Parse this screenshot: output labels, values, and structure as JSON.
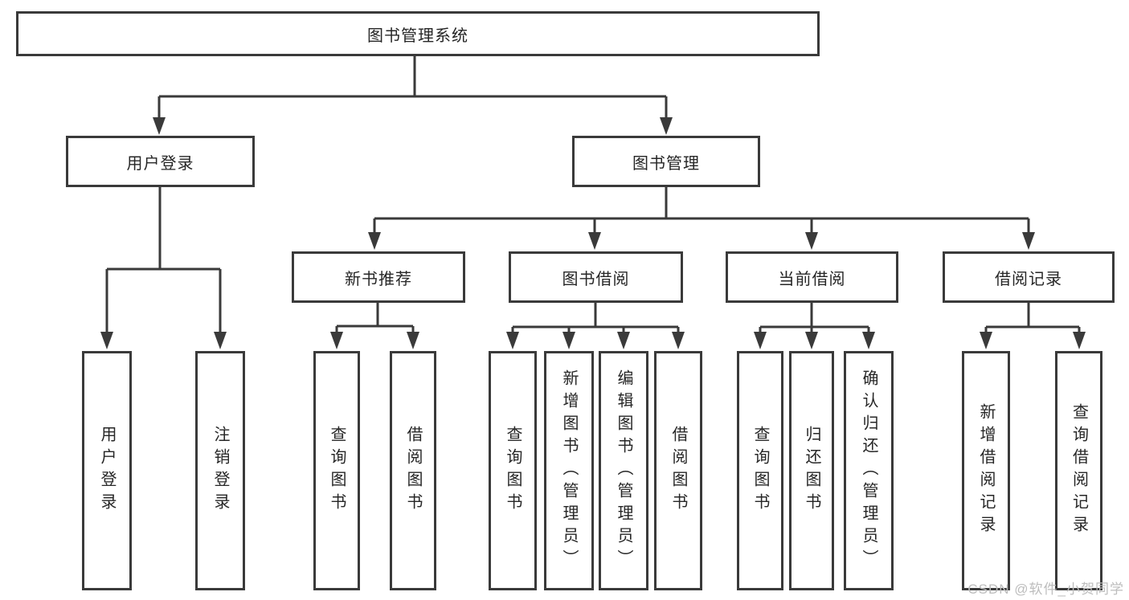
{
  "colors": {
    "line": "#3a3a3a",
    "text": "#262626",
    "background": "#ffffff",
    "watermark": "#bdbdbd"
  },
  "watermark": {
    "text": "CSDN @软件_小贺同学"
  },
  "tree": {
    "root": {
      "label": "图书管理系统"
    },
    "branches": [
      {
        "label": "用户登录",
        "children": [
          {
            "label": "用户登录"
          },
          {
            "label": "注销登录"
          }
        ]
      },
      {
        "label": "图书管理",
        "children": [
          {
            "label": "新书推荐",
            "children": [
              {
                "label": "查询图书"
              },
              {
                "label": "借阅图书"
              }
            ]
          },
          {
            "label": "图书借阅",
            "children": [
              {
                "label": "查询图书"
              },
              {
                "label": "新增图书（管理员）"
              },
              {
                "label": "编辑图书（管理员）"
              },
              {
                "label": "借阅图书"
              }
            ]
          },
          {
            "label": "当前借阅",
            "children": [
              {
                "label": "查询图书"
              },
              {
                "label": "归还图书"
              },
              {
                "label": "确认归还（管理员）"
              }
            ]
          },
          {
            "label": "借阅记录",
            "children": [
              {
                "label": "新增借阅记录"
              },
              {
                "label": "查询借阅记录"
              }
            ]
          }
        ]
      }
    ]
  }
}
